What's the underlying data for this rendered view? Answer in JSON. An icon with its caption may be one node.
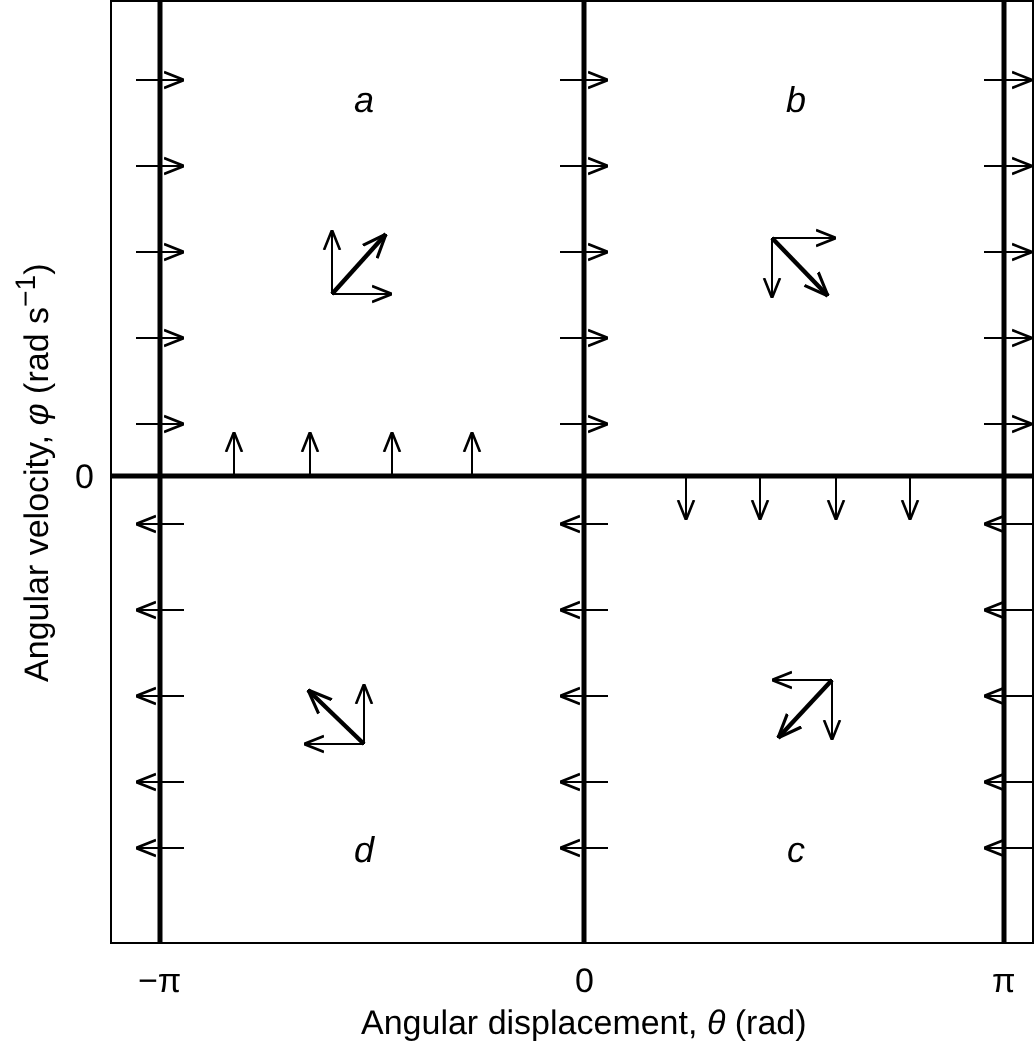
{
  "diagram": {
    "labels": [
      "a",
      "b",
      "0",
      "d",
      "c",
      "−π",
      "0",
      "π",
      "Angular displacement, *θ* (rad)",
      "Angular velocity, *φ* (rad s$^{−1}$)"
    ]
  }
}
